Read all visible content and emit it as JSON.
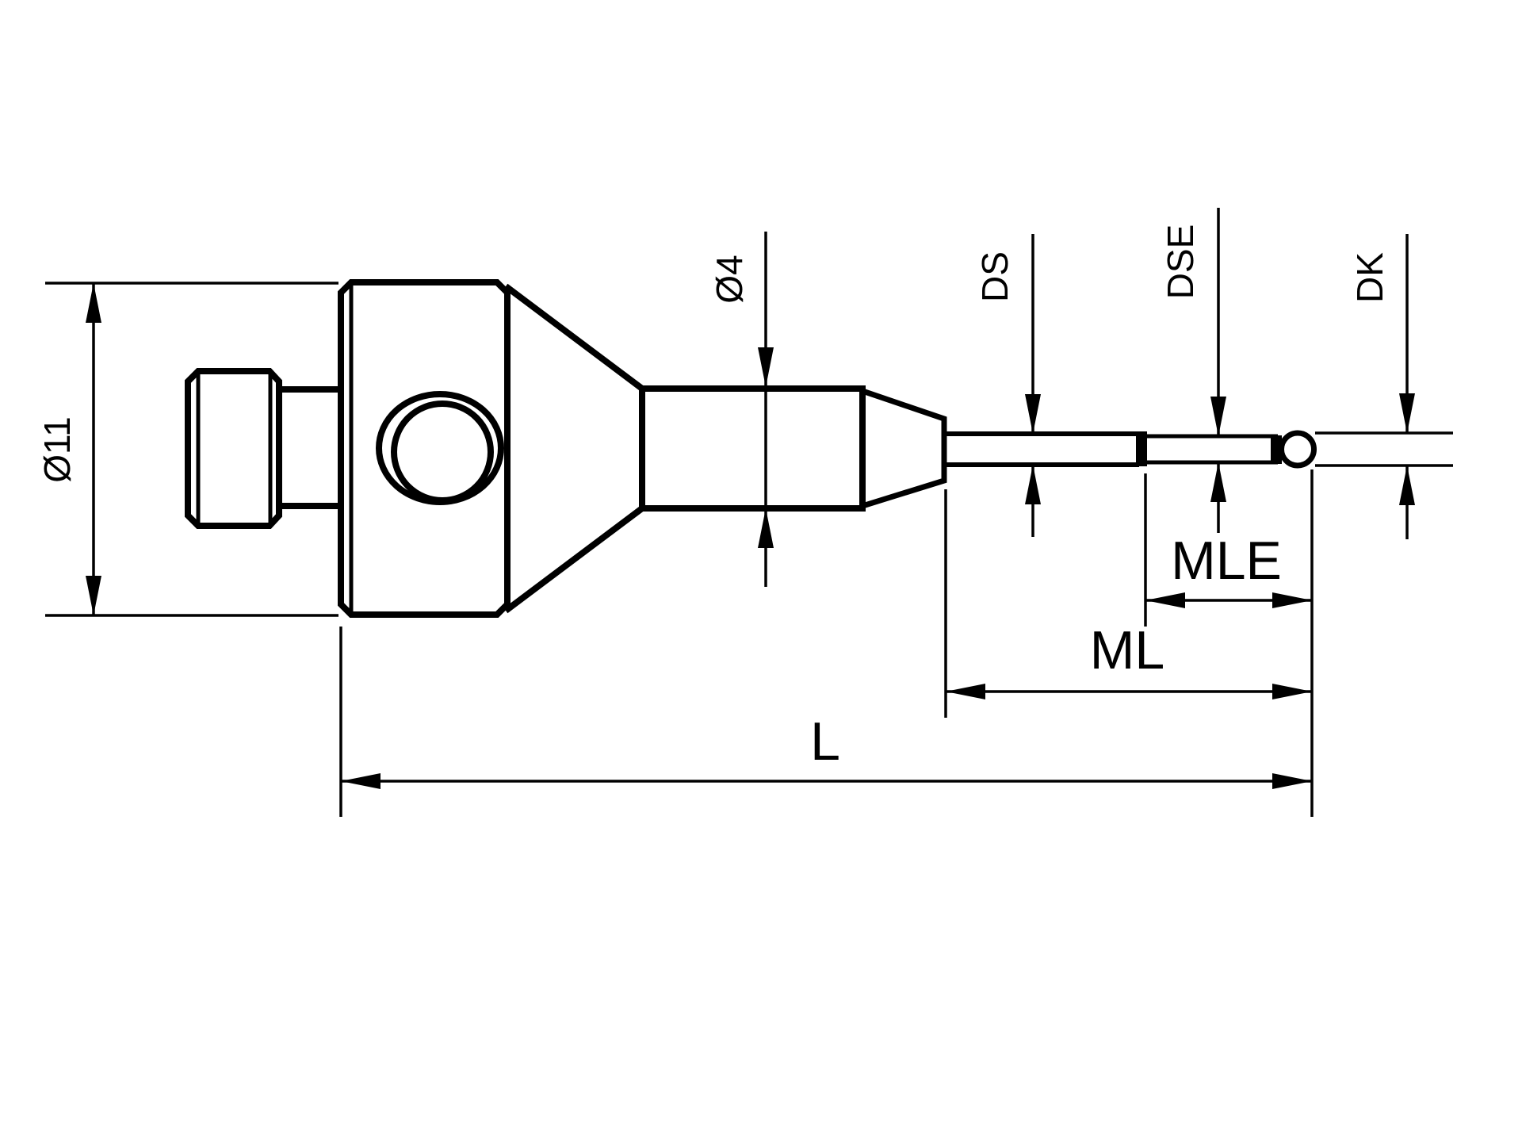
{
  "drawing": {
    "colors": {
      "line": "#000000",
      "background": "#ffffff"
    },
    "labels": {
      "body_diameter": "Ø11",
      "shaft_diameter": "Ø4",
      "stem_diameter": "DS",
      "extension_stem_diameter": "DSE",
      "ball_diameter": "DK",
      "extension_measuring_length": "MLE",
      "measuring_length": "ML",
      "overall_length": "L"
    }
  }
}
